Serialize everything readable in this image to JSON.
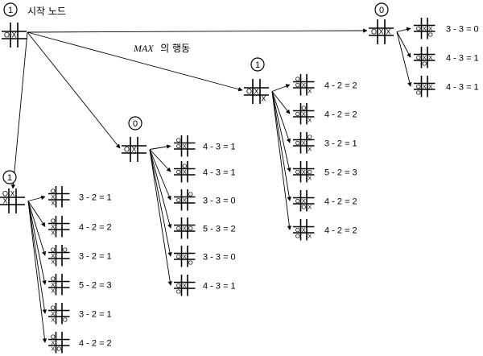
{
  "root_label": "시작 노드",
  "root_badge": "1",
  "caption_max": "MAX",
  "caption_rest": "의 행동",
  "groups": [
    {
      "name": "left",
      "badge": "1",
      "cells": [
        "O",
        "X",
        "",
        "X",
        "",
        "",
        "",
        "",
        ""
      ],
      "children": [
        {
          "cells": [
            "O",
            "",
            "",
            "X",
            "",
            "",
            "X",
            "",
            ""
          ],
          "label": "3 - 2 = 1"
        },
        {
          "cells": [
            "O",
            "",
            "",
            "X",
            "",
            "",
            "X",
            "",
            ""
          ],
          "label": "4 - 2 = 2"
        },
        {
          "cells": [
            "O",
            "",
            "O",
            "X",
            "",
            "",
            "X",
            "",
            ""
          ],
          "label": "3 - 2 = 1"
        },
        {
          "cells": [
            "O",
            "",
            "",
            "X",
            "",
            "",
            "X",
            "",
            ""
          ],
          "label": "5 - 2 = 3"
        },
        {
          "cells": [
            "O",
            "",
            "",
            "X",
            "",
            "",
            "X",
            "",
            "O"
          ],
          "label": "3 - 2 = 1"
        },
        {
          "cells": [
            "O",
            "",
            "",
            "X",
            "",
            "",
            "X",
            "O",
            ""
          ],
          "label": "4 - 2 = 2"
        }
      ]
    },
    {
      "name": "middle",
      "badge": "0",
      "cells": [
        "",
        "",
        "",
        "O",
        "X",
        "",
        "",
        "",
        ""
      ],
      "children": [
        {
          "cells": [
            "O",
            "",
            "",
            "O",
            "X",
            "",
            "",
            "",
            ""
          ],
          "label": "4 - 3 = 1"
        },
        {
          "cells": [
            "",
            "O",
            "",
            "O",
            "X",
            "",
            "",
            "",
            ""
          ],
          "label": "4 - 3 = 1"
        },
        {
          "cells": [
            "",
            "",
            "O",
            "O",
            "X",
            "",
            "",
            "",
            ""
          ],
          "label": "3 - 3 = 0"
        },
        {
          "cells": [
            "",
            "",
            "",
            "O",
            "X",
            "O",
            "",
            "",
            ""
          ],
          "label": "5 - 3 = 2"
        },
        {
          "cells": [
            "",
            "",
            "",
            "O",
            "X",
            "",
            "",
            "",
            "O"
          ],
          "label": "3 - 3 = 0"
        },
        {
          "cells": [
            "",
            "",
            "",
            "O",
            "X",
            "",
            "O",
            "",
            ""
          ],
          "label": "4 - 3 = 1"
        }
      ]
    },
    {
      "name": "right",
      "badge": "1",
      "cells": [
        "",
        "",
        "",
        "O",
        "X",
        "",
        "",
        "",
        "X"
      ],
      "children": [
        {
          "cells": [
            "O",
            "",
            "",
            "O",
            "X",
            "",
            "",
            "",
            "X"
          ],
          "label": "4 - 2 = 2"
        },
        {
          "cells": [
            "",
            "O",
            "",
            "O",
            "X",
            "",
            "",
            "",
            "X"
          ],
          "label": "4 - 2 = 2"
        },
        {
          "cells": [
            "",
            "",
            "O",
            "O",
            "X",
            "",
            "",
            "",
            "X"
          ],
          "label": "3 - 2 = 1"
        },
        {
          "cells": [
            "",
            "",
            "",
            "O",
            "X",
            "O",
            "",
            "",
            "X"
          ],
          "label": "5 - 2 = 3"
        },
        {
          "cells": [
            "",
            "",
            "",
            "O",
            "X",
            "",
            "",
            "O",
            "X"
          ],
          "label": "4 - 2 = 2"
        },
        {
          "cells": [
            "",
            "",
            "",
            "O",
            "X",
            "",
            "O",
            "",
            "X"
          ],
          "label": "4 - 2 = 2"
        }
      ]
    },
    {
      "name": "far-right",
      "badge": "0",
      "cells": [
        "",
        "",
        "",
        "O",
        "X",
        "X",
        "",
        "",
        ""
      ],
      "children": [
        {
          "cells": [
            "",
            "",
            "",
            "O",
            "X",
            "X",
            "",
            "",
            "O"
          ],
          "label": "3 - 3 = 0"
        },
        {
          "cells": [
            "",
            "",
            "",
            "O",
            "X",
            "X",
            "",
            "O",
            ""
          ],
          "label": "4 - 3 = 1"
        },
        {
          "cells": [
            "",
            "",
            "",
            "O",
            "X",
            "X",
            "O",
            "",
            ""
          ],
          "label": "4 - 3 = 1"
        }
      ]
    }
  ]
}
